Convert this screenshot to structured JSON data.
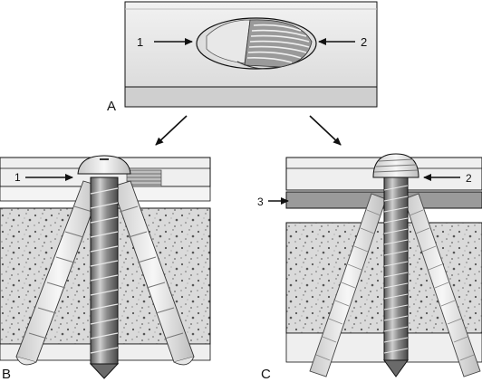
{
  "panels": {
    "a": {
      "letter": "A",
      "arrow_left_label": "1",
      "arrow_right_label": "2"
    },
    "b": {
      "letter": "B",
      "arrow_label": "1"
    },
    "c": {
      "letter": "C",
      "arrow_top_label": "2",
      "arrow_plate_label": "3"
    }
  },
  "colors": {
    "outline": "#111111",
    "plate_light": "#e9e9e9",
    "plate_band": "#cfcfcf",
    "plate_dark_band": "#9a9a9a",
    "bone_fill": "#d9d9d9",
    "bone_dots": "#555555",
    "screw_dark": "#8a8a8a",
    "screw_light": "#ececec"
  }
}
